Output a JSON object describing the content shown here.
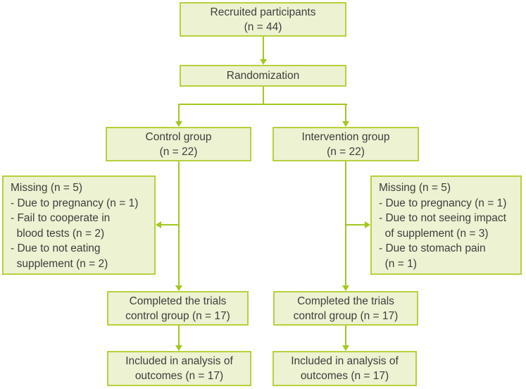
{
  "colors": {
    "box_fill": "#edf2d2",
    "box_border": "#b6d13c",
    "connector": "#a2c81e",
    "text": "#3e3e3e"
  },
  "flowchart": {
    "recruited": "Recruited participants\n(n = 44)",
    "randomization": "Randomization",
    "control_group": "Control group\n(n = 22)",
    "intervention_group": "Intervention group\n(n = 22)",
    "missing_control": "Missing (n = 5)\n- Due to pregnancy (n = 1)\n- Fail to cooperate in\n  blood tests (n = 2)\n- Due to not eating\n  supplement (n = 2)",
    "missing_intervention": "Missing (n = 5)\n- Due to pregnancy (n = 1)\n- Due to not seeing impact\n  of supplement (n = 3)\n- Due to stomach pain\n  (n = 1)",
    "completed_control": "Completed the trials\ncontrol group (n = 17)",
    "completed_intervention": "Completed the trials\ncontrol group (n = 17)",
    "analysis_control": "Included in analysis of\noutcomes (n = 17)",
    "analysis_intervention": "Included in analysis of\noutcomes (n = 17)"
  }
}
